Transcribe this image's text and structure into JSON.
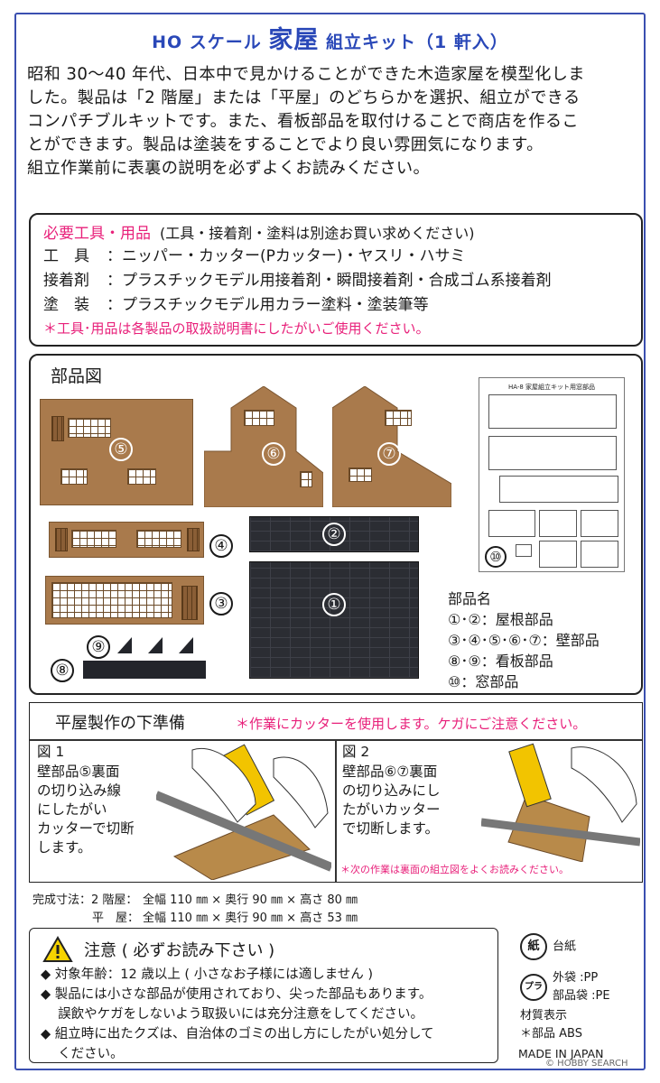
{
  "title": {
    "prefix": "HO スケール",
    "main": "家屋",
    "suffix": "組立キット（1 軒入）"
  },
  "intro": [
    "昭和 30〜40 年代、日本中で見かけることができた木造家屋を模型化しま",
    "した。製品は「2 階屋」または「平屋」のどちらかを選択、組立ができる",
    "コンパチブルキットです。また、看板部品を取付けることで商店を作るこ",
    "とができます。製品は塗装をすることでより良い雰囲気になります。",
    "組立作業前に表裏の説明を必ずよくお読みください。"
  ],
  "tools": {
    "heading": "必要工具・用品",
    "heading_note": "(工具・接着剤・塗料は別途お買い求めください)",
    "rows": [
      {
        "key": "工　具",
        "value": "：ニッパー・カッター(Pカッター)・ヤスリ・ハサミ"
      },
      {
        "key": "接着剤",
        "value": "：プラスチックモデル用接着剤・瞬間接着剤・合成ゴム系接着剤"
      },
      {
        "key": "塗　装",
        "value": "：プラスチックモデル用カラー塗料・塗装筆等"
      }
    ],
    "note": "＊工具･用品は各製品の取扱説明書にしたがいご使用ください。"
  },
  "parts": {
    "heading": "部品図",
    "sheet_title": "HA-8 家屋組立キット用窓部品",
    "numbers": {
      "n1": "①",
      "n2": "②",
      "n3": "③",
      "n4": "④",
      "n5": "⑤",
      "n6": "⑥",
      "n7": "⑦",
      "n8": "⑧",
      "n9": "⑨",
      "n10": "⑩"
    },
    "legend": [
      "部品名",
      "①･②：屋根部品",
      "③･④･⑤･⑥･⑦：壁部品",
      "⑧･⑨：看板部品",
      "⑩：窓部品"
    ]
  },
  "prep": {
    "heading": "平屋製作の下準備",
    "note": "＊作業にカッターを使用します。ケガにご注意ください。",
    "fig1": [
      "図 1",
      "壁部品⑤裏面",
      "の切り込み線",
      "にしたがい",
      "カッターで切断",
      "します。"
    ],
    "fig2": [
      "図 2",
      "壁部品⑥⑦裏面",
      "の切り込みにし",
      "たがいカッター",
      "で切断します。"
    ],
    "fig2_note": "＊次の作業は裏面の組立図をよくお読みください。"
  },
  "dims": {
    "row1_label": "完成寸法：2 階屋：",
    "row1_value": "全幅 110 ㎜ × 奥行 90 ㎜ × 高さ 80 ㎜",
    "row2_label": "平　屋：",
    "row2_value": "全幅 110 ㎜ × 奥行 90 ㎜ × 高さ 53 ㎜"
  },
  "caution": {
    "heading": "注意 ( 必ずお読み下さい )",
    "items": [
      "◆ 対象年齢：12 歳以上 ( 小さなお子様には適しません )",
      "◆ 製品には小さな部品が使用されており、尖った部品もあります。",
      "　 誤飲やケガをしないよう取扱いには充分注意をしてください。",
      "◆ 組立時に出たクズは、自治体のゴミの出し方にしたがい処分して",
      "　 ください。"
    ]
  },
  "recycle": {
    "paper_mark": "紙",
    "paper_label": "台紙",
    "plastic_mark": "プラ",
    "outer_bag": "外袋 :PP",
    "parts_bag": "部品袋 :PE",
    "material_head": "材質表示",
    "material": "＊部品 ABS"
  },
  "made_in": "MADE IN JAPAN",
  "credit": "© HOBBY SEARCH",
  "colors": {
    "accent": "#2a48b8",
    "pink": "#e8207a",
    "wood": "#a97a4c",
    "roof": "#2b2d33"
  }
}
